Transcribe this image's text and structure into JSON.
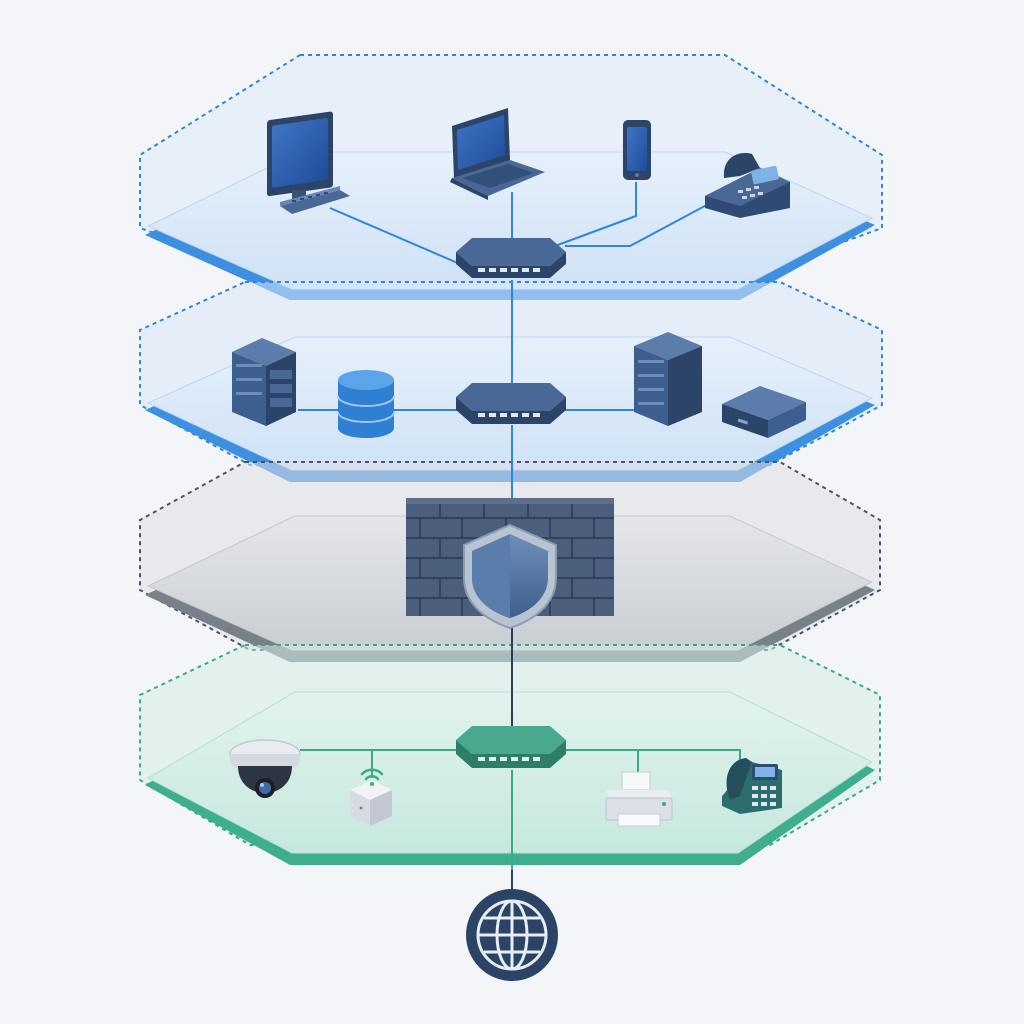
{
  "colors": {
    "background": "#f3f5f8",
    "blue_accent": "#2f86dc",
    "blue_fill": "#dbe9f8",
    "gray_fill": "#d7dade",
    "gray_edge": "#7a808a",
    "green_accent": "#39a989",
    "green_fill": "#d5eee7",
    "device_navy": "#3d5f8f",
    "device_dark": "#2c4468",
    "firewall": "#4b5f7c",
    "globe": "#2b4365"
  },
  "layers": [
    {
      "id": "user-devices",
      "accent": "#2f86dc",
      "devices": [
        "desktop-monitor-icon",
        "laptop-icon",
        "smartphone-icon",
        "desk-phone-icon"
      ],
      "hub": "network-switch-icon"
    },
    {
      "id": "servers",
      "accent": "#2f86dc",
      "devices": [
        "server-tower-icon",
        "database-icon",
        "server-rack-icon",
        "network-appliance-icon"
      ],
      "hub": "network-switch-icon"
    },
    {
      "id": "firewall",
      "accent": "#7a808a",
      "devices": [
        "firewall-shield-icon"
      ]
    },
    {
      "id": "iot-devices",
      "accent": "#39a989",
      "devices": [
        "security-camera-icon",
        "wireless-access-point-icon",
        "printer-icon",
        "voip-phone-icon"
      ],
      "hub": "network-switch-icon"
    }
  ],
  "uplink": "internet-globe-icon"
}
